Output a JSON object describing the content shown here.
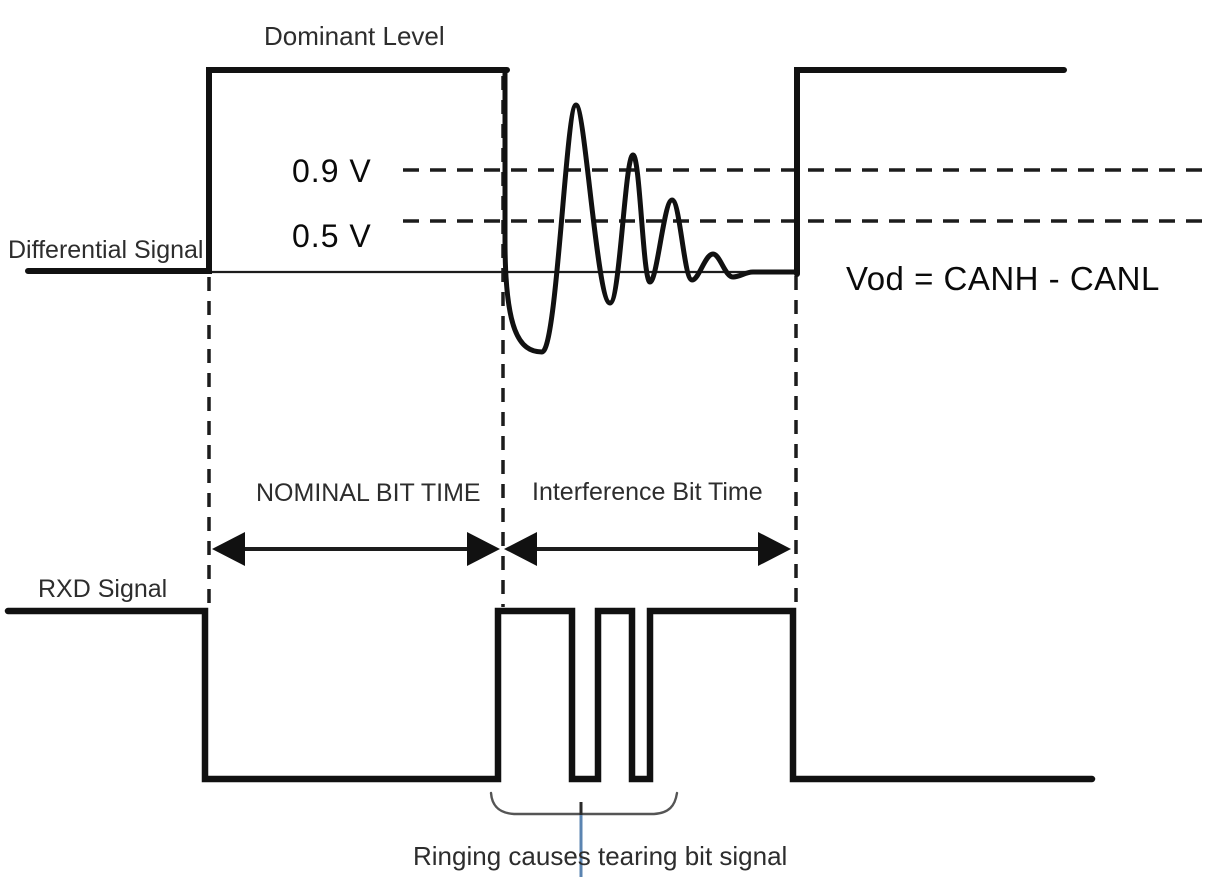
{
  "labels": {
    "dominant_level": "Dominant Level",
    "threshold_high": "0.9 V",
    "threshold_low": "0.5 V",
    "differential_signal": "Differential Signal",
    "vod_formula": "Vod = CANH - CANL",
    "nominal_bit_time": "NOMINAL BIT TIME",
    "interference_bit_time": "Interference Bit Time",
    "rxd_signal": "RXD Signal",
    "ringing_annotation": "Ringing causes tearing bit signal"
  },
  "colors": {
    "waveform": "#111111",
    "label_text": "#2d2d2d",
    "value_text": "#0a0a0a",
    "annotation_line": "#5b84b1",
    "brace": "#555555",
    "background": "#ffffff"
  }
}
